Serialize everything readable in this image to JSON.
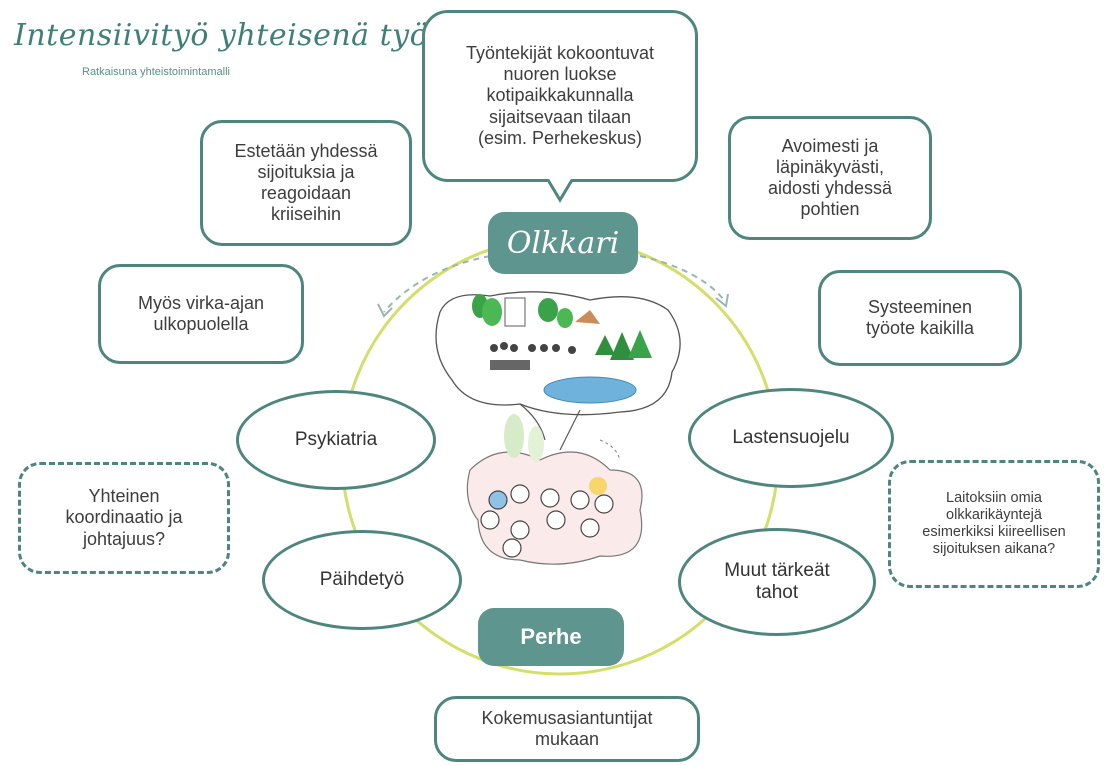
{
  "header": {
    "title": "Intensiivityö yhteisenä työnä",
    "subtitle": "Ratkaisuna yhteistoimintamalli"
  },
  "hubs": {
    "top": "Olkkari",
    "bottom": "Perhe"
  },
  "speech_bubble": "Työntekijät kokoontuvat\nnuoren luokse\nkotipaikkakunnalla\nsijaitsevaan tilaan\n(esim. Perhekeskus)",
  "boxes": {
    "estetaan": "Estetään yhdessä\nsijoituksia ja\nreagoidaan\nkriiseihin",
    "virka_ajan": "Myös virka-ajan\nulkopuolella",
    "avoimesti": "Avoimesti ja\nläpinäkyvästi,\naidosti yhdessä\npohtien",
    "systeeminen": "Systeeminen\ntyöote kaikilla",
    "kokemus": "Kokemusasiantuntijat\nmukaan"
  },
  "dashed_boxes": {
    "koordinaatio": "Yhteinen\nkoordinaatio ja\njohtajuus?",
    "laitoksiin": "Laitoksiin omia\nolkkarikäyntejä\nesimerkiksi kiireellisen\nsijoituksen aikana?"
  },
  "ovals": {
    "psykiatria": "Psykiatria",
    "paihdetyo": "Päihdetyö",
    "lastensuojelu": "Lastensuojelu",
    "muut": "Muut tärkeät\ntahot"
  },
  "colors": {
    "accent": "#4e857e",
    "pill": "#5e968f",
    "circle": "#d3df6a"
  }
}
